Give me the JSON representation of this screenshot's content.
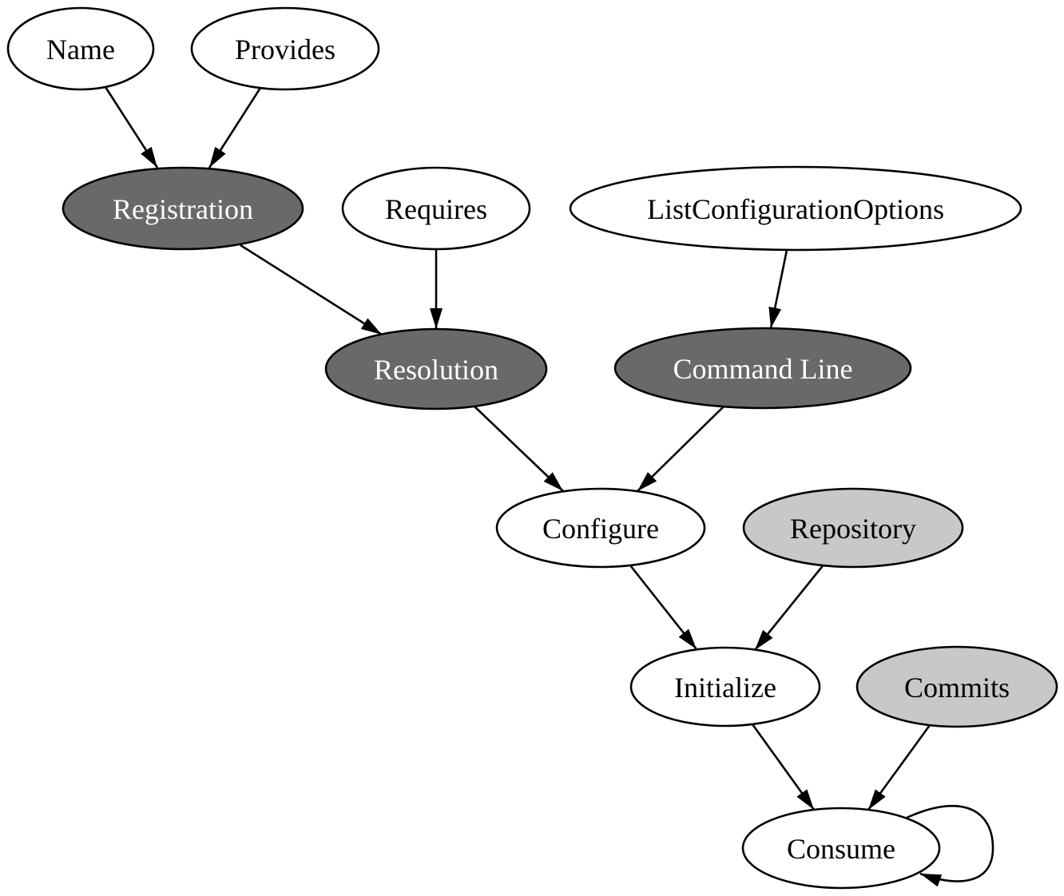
{
  "diagram_type": "directed-dependency-graph",
  "colors": {
    "background": "#ffffff",
    "border": "#000000",
    "edge": "#000000",
    "fill_white": "#ffffff",
    "fill_dark": "#696969",
    "fill_light": "#c8c8c8",
    "text_on_dark": "#ffffff",
    "text_on_light": "#000000"
  },
  "nodes": [
    {
      "id": "name",
      "label": "Name",
      "fill": "#ffffff",
      "text": "#000000"
    },
    {
      "id": "provides",
      "label": "Provides",
      "fill": "#ffffff",
      "text": "#000000"
    },
    {
      "id": "registration",
      "label": "Registration",
      "fill": "#696969",
      "text": "#ffffff"
    },
    {
      "id": "requires",
      "label": "Requires",
      "fill": "#ffffff",
      "text": "#000000"
    },
    {
      "id": "list-configuration-options",
      "label": "ListConfigurationOptions",
      "fill": "#ffffff",
      "text": "#000000"
    },
    {
      "id": "resolution",
      "label": "Resolution",
      "fill": "#696969",
      "text": "#ffffff"
    },
    {
      "id": "command-line",
      "label": "Command Line",
      "fill": "#696969",
      "text": "#ffffff"
    },
    {
      "id": "configure",
      "label": "Configure",
      "fill": "#ffffff",
      "text": "#000000"
    },
    {
      "id": "repository",
      "label": "Repository",
      "fill": "#c8c8c8",
      "text": "#000000"
    },
    {
      "id": "initialize",
      "label": "Initialize",
      "fill": "#ffffff",
      "text": "#000000"
    },
    {
      "id": "commits",
      "label": "Commits",
      "fill": "#c8c8c8",
      "text": "#000000"
    },
    {
      "id": "consume",
      "label": "Consume",
      "fill": "#ffffff",
      "text": "#000000"
    }
  ],
  "edges": [
    {
      "from": "Name",
      "to": "Registration"
    },
    {
      "from": "Provides",
      "to": "Registration"
    },
    {
      "from": "Registration",
      "to": "Resolution"
    },
    {
      "from": "Requires",
      "to": "Resolution"
    },
    {
      "from": "ListConfigurationOptions",
      "to": "Command Line"
    },
    {
      "from": "Resolution",
      "to": "Configure"
    },
    {
      "from": "Command Line",
      "to": "Configure"
    },
    {
      "from": "Configure",
      "to": "Initialize"
    },
    {
      "from": "Repository",
      "to": "Initialize"
    },
    {
      "from": "Initialize",
      "to": "Consume"
    },
    {
      "from": "Commits",
      "to": "Consume"
    },
    {
      "from": "Consume",
      "to": "Consume",
      "note": "self-loop"
    }
  ]
}
